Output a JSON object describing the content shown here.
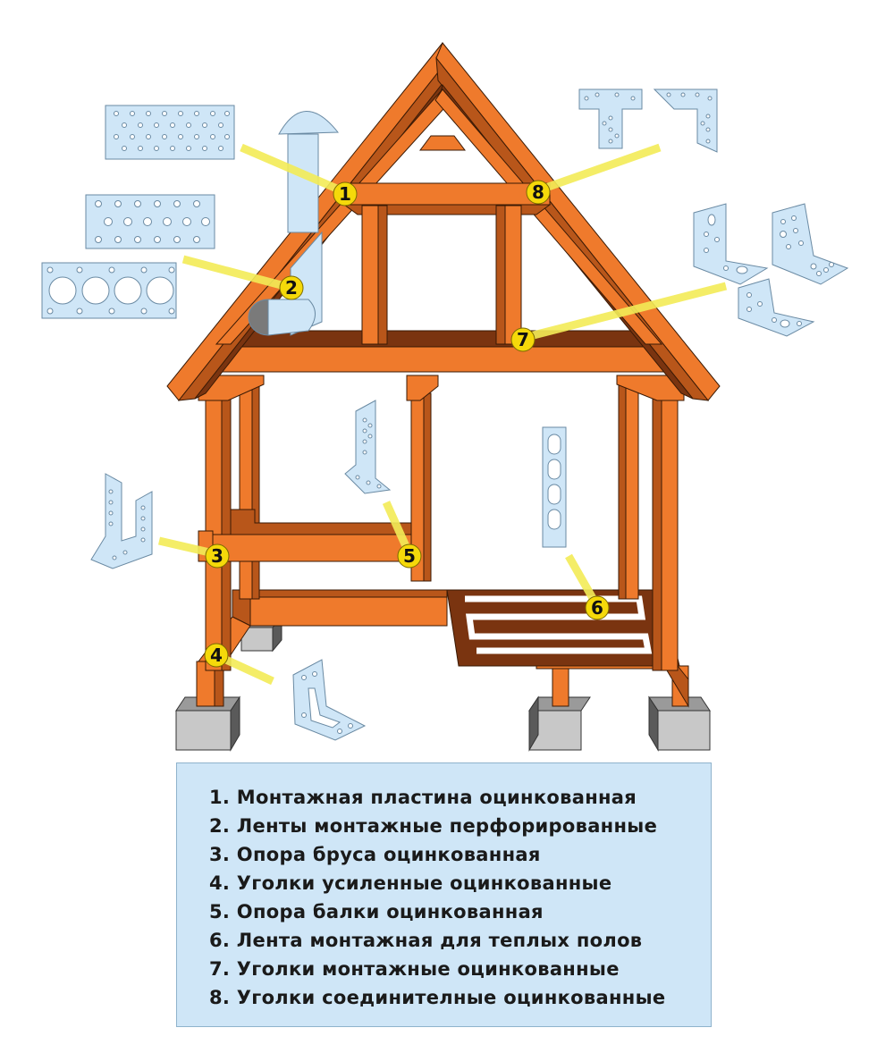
{
  "markers": [
    {
      "num": "1",
      "label": "Монтажная пластина оцинкованная"
    },
    {
      "num": "2",
      "label": "Ленты монтажные перфорированные"
    },
    {
      "num": "3",
      "label": "Опора бруса оцинкованная"
    },
    {
      "num": "4",
      "label": "Уголки усиленные оцинкованные"
    },
    {
      "num": "5",
      "label": "Опора балки оцинкованная"
    },
    {
      "num": "6",
      "label": "Лента монтажная для теплых полов"
    },
    {
      "num": "7",
      "label": "Уголки монтажные оцинкованные"
    },
    {
      "num": "8",
      "label": "Уголки соединителные оцинкованные"
    }
  ],
  "legend": [
    "1. Монтажная пластина оцинкованная",
    "2. Ленты монтажные перфорированные",
    "3. Опора бруса оцинкованная",
    "4. Уголки усиленные оцинкованные",
    "5. Опора балки оцинкованная",
    "6. Лента монтажная для теплых полов",
    "7. Уголки монтажные оцинкованные",
    "8. Уголки соединителные оцинкованные"
  ],
  "colors": {
    "timber": "#ef7a2c",
    "timber_dark": "#b8561a",
    "timber_shadow": "#6b2e0a",
    "metal": "#cfe6f7",
    "metal_edge": "#7a9bb5",
    "marker": "#f5d90a",
    "pointer": "#f3ec57",
    "concrete": "#c8c8c8",
    "concrete_dark": "#6a6a6a",
    "legend_bg": "#cfe6f7"
  }
}
